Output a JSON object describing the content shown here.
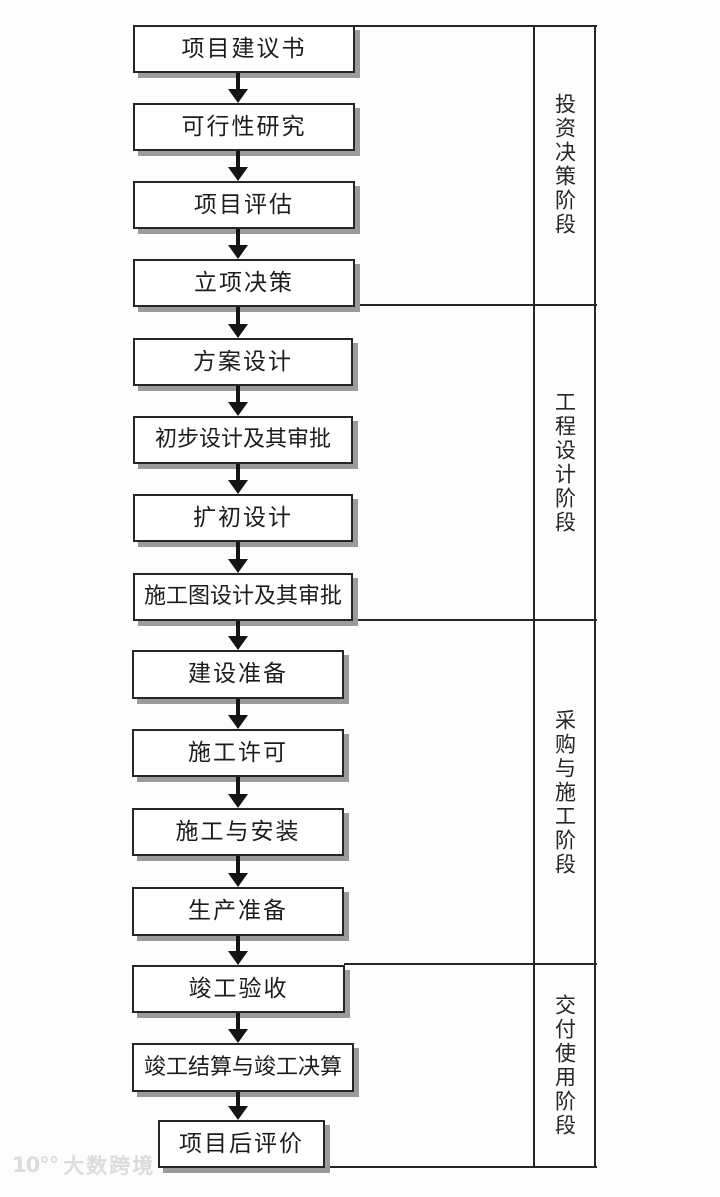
{
  "diagram": {
    "title": "project-lifecycle-flowchart",
    "boxes": [
      {
        "label": "项目建议书"
      },
      {
        "label": "可行性研究"
      },
      {
        "label": "项目评估"
      },
      {
        "label": "立项决策"
      },
      {
        "label": "方案设计"
      },
      {
        "label": "初步设计及其审批"
      },
      {
        "label": "扩初设计"
      },
      {
        "label": "施工图设计及其审批"
      },
      {
        "label": "建设准备"
      },
      {
        "label": "施工许可"
      },
      {
        "label": "施工与安装"
      },
      {
        "label": "生产准备"
      },
      {
        "label": "竣工验收"
      },
      {
        "label": "竣工结算与竣工决算"
      },
      {
        "label": "项目后评价"
      }
    ],
    "stages": [
      {
        "label": "投资决策阶段"
      },
      {
        "label": "工程设计阶段"
      },
      {
        "label": "采购与施工阶段"
      },
      {
        "label": "交付使用阶段"
      }
    ],
    "watermark": {
      "logo": "10°°",
      "text": "大数跨境"
    },
    "colors": {
      "line": "#262626",
      "shadow": "#9b9b9b",
      "background": "#fdfdfd",
      "text": "#1c1c1c",
      "watermark": "#dcdcdc"
    }
  }
}
